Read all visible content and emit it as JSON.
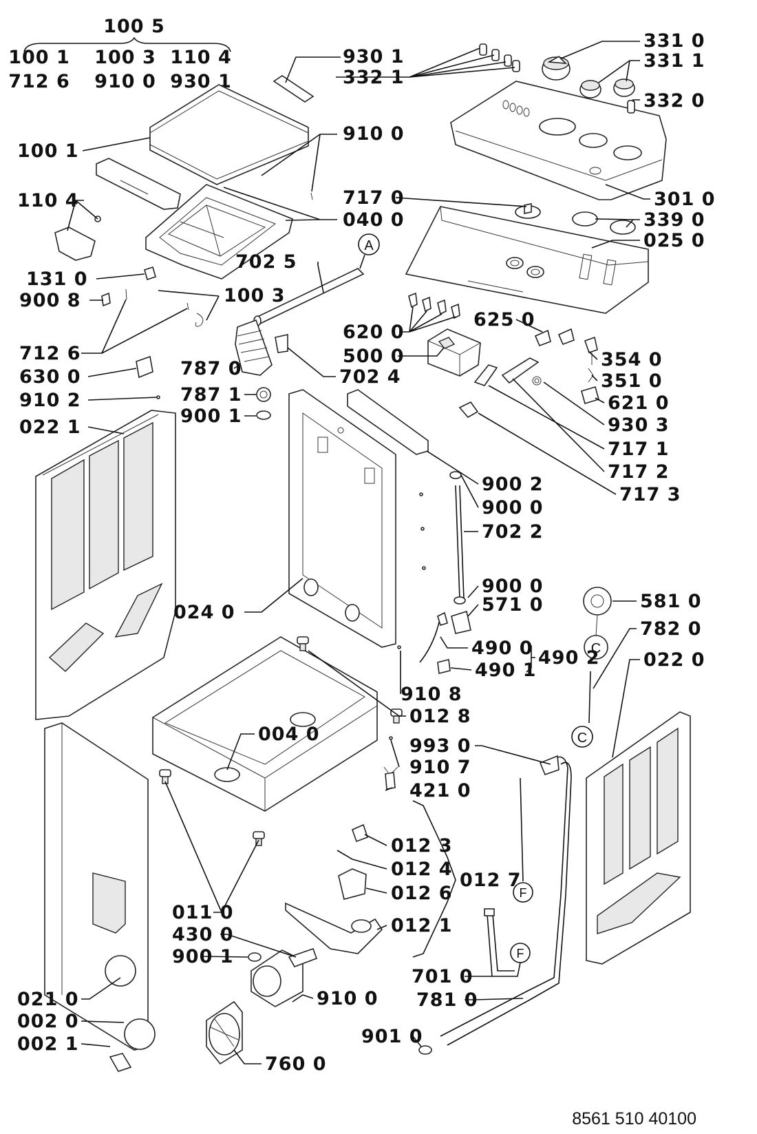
{
  "header_group": {
    "title": "100 5",
    "row1": [
      "100 1",
      "100 3",
      "110 4"
    ],
    "row2": [
      "712 6",
      "910 0",
      "930 1"
    ]
  },
  "labels": [
    {
      "id": "930-1-top",
      "text": "930 1"
    },
    {
      "id": "332-1",
      "text": "332 1"
    },
    {
      "id": "331-0",
      "text": "331 0"
    },
    {
      "id": "331-1",
      "text": "331 1"
    },
    {
      "id": "332-0",
      "text": "332 0"
    },
    {
      "id": "100-1",
      "text": "100 1"
    },
    {
      "id": "910-0-top",
      "text": "910 0"
    },
    {
      "id": "110-4",
      "text": "110 4"
    },
    {
      "id": "717-0",
      "text": "717 0"
    },
    {
      "id": "301-0",
      "text": "301 0"
    },
    {
      "id": "040-0",
      "text": "040 0"
    },
    {
      "id": "339-0",
      "text": "339 0"
    },
    {
      "id": "025-0",
      "text": "025 0"
    },
    {
      "id": "702-5",
      "text": "702 5"
    },
    {
      "id": "131-0",
      "text": "131 0"
    },
    {
      "id": "900-8",
      "text": "900 8"
    },
    {
      "id": "100-3",
      "text": "100 3"
    },
    {
      "id": "620-0",
      "text": "620 0"
    },
    {
      "id": "625-0",
      "text": "625 0"
    },
    {
      "id": "712-6",
      "text": "712 6"
    },
    {
      "id": "500-0",
      "text": "500 0"
    },
    {
      "id": "354-0",
      "text": "354 0"
    },
    {
      "id": "787-0",
      "text": "787 0"
    },
    {
      "id": "702-4",
      "text": "702 4"
    },
    {
      "id": "351-0",
      "text": "351 0"
    },
    {
      "id": "630-0",
      "text": "630 0"
    },
    {
      "id": "787-1",
      "text": "787 1"
    },
    {
      "id": "621-0",
      "text": "621 0"
    },
    {
      "id": "910-2",
      "text": "910 2"
    },
    {
      "id": "900-1-top",
      "text": "900 1"
    },
    {
      "id": "930-3",
      "text": "930 3"
    },
    {
      "id": "022-1",
      "text": "022 1"
    },
    {
      "id": "717-1",
      "text": "717 1"
    },
    {
      "id": "717-2",
      "text": "717 2"
    },
    {
      "id": "900-2",
      "text": "900 2"
    },
    {
      "id": "717-3",
      "text": "717 3"
    },
    {
      "id": "900-0-a",
      "text": "900 0"
    },
    {
      "id": "702-2",
      "text": "702 2"
    },
    {
      "id": "900-0-b",
      "text": "900 0"
    },
    {
      "id": "571-0",
      "text": "571 0"
    },
    {
      "id": "581-0",
      "text": "581 0"
    },
    {
      "id": "024-0",
      "text": "024 0"
    },
    {
      "id": "782-0",
      "text": "782 0"
    },
    {
      "id": "490-0",
      "text": "490 0"
    },
    {
      "id": "022-0",
      "text": "022 0"
    },
    {
      "id": "490-2",
      "text": "490 2"
    },
    {
      "id": "490-1",
      "text": "490 1"
    },
    {
      "id": "910-8",
      "text": "910 8"
    },
    {
      "id": "012-8",
      "text": "012 8"
    },
    {
      "id": "004-0",
      "text": "004 0"
    },
    {
      "id": "993-0",
      "text": "993 0"
    },
    {
      "id": "910-7",
      "text": "910 7"
    },
    {
      "id": "421-0",
      "text": "421 0"
    },
    {
      "id": "012-3",
      "text": "012 3"
    },
    {
      "id": "012-4",
      "text": "012 4"
    },
    {
      "id": "012-7",
      "text": "012 7"
    },
    {
      "id": "012-6",
      "text": "012 6"
    },
    {
      "id": "011-0",
      "text": "011 0"
    },
    {
      "id": "012-1",
      "text": "012 1"
    },
    {
      "id": "430-0",
      "text": "430 0"
    },
    {
      "id": "900-1-bottom",
      "text": "900 1"
    },
    {
      "id": "701-0",
      "text": "701 0"
    },
    {
      "id": "021-0",
      "text": "021 0"
    },
    {
      "id": "910-0-bottom",
      "text": "910 0"
    },
    {
      "id": "781-0",
      "text": "781 0"
    },
    {
      "id": "002-0",
      "text": "002 0"
    },
    {
      "id": "901-0",
      "text": "901 0"
    },
    {
      "id": "002-1",
      "text": "002 1"
    },
    {
      "id": "760-0",
      "text": "760 0"
    }
  ],
  "callouts": {
    "A": "A",
    "C1": "C",
    "C2": "C",
    "F1": "F",
    "F2": "F"
  },
  "document_number": "8561 510 40100"
}
